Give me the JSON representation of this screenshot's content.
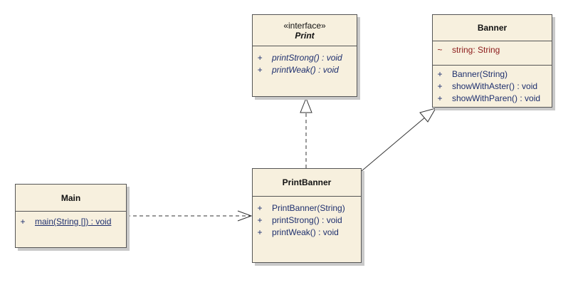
{
  "print_interface": {
    "stereotype": "«interface»",
    "name": "Print",
    "operations": [
      {
        "vis": "+",
        "sig": "printStrong() : void"
      },
      {
        "vis": "+",
        "sig": "printWeak() : void"
      }
    ]
  },
  "banner": {
    "name": "Banner",
    "attributes": [
      {
        "vis": "~",
        "sig": "string:  String"
      }
    ],
    "operations": [
      {
        "vis": "+",
        "sig": "Banner(String)"
      },
      {
        "vis": "+",
        "sig": "showWithAster() : void"
      },
      {
        "vis": "+",
        "sig": "showWithParen() : void"
      }
    ]
  },
  "main_class": {
    "name": "Main",
    "operations": [
      {
        "vis": "+",
        "sig": "main(String []) : void"
      }
    ]
  },
  "print_banner": {
    "name": "PrintBanner",
    "operations": [
      {
        "vis": "+",
        "sig": "PrintBanner(String)"
      },
      {
        "vis": "+",
        "sig": "printStrong() : void"
      },
      {
        "vis": "+",
        "sig": "printWeak() : void"
      }
    ]
  },
  "colors": {
    "box_fill": "#f7f0de",
    "member_text": "#1e2f6e",
    "attribute_text": "#8b1a1a"
  }
}
